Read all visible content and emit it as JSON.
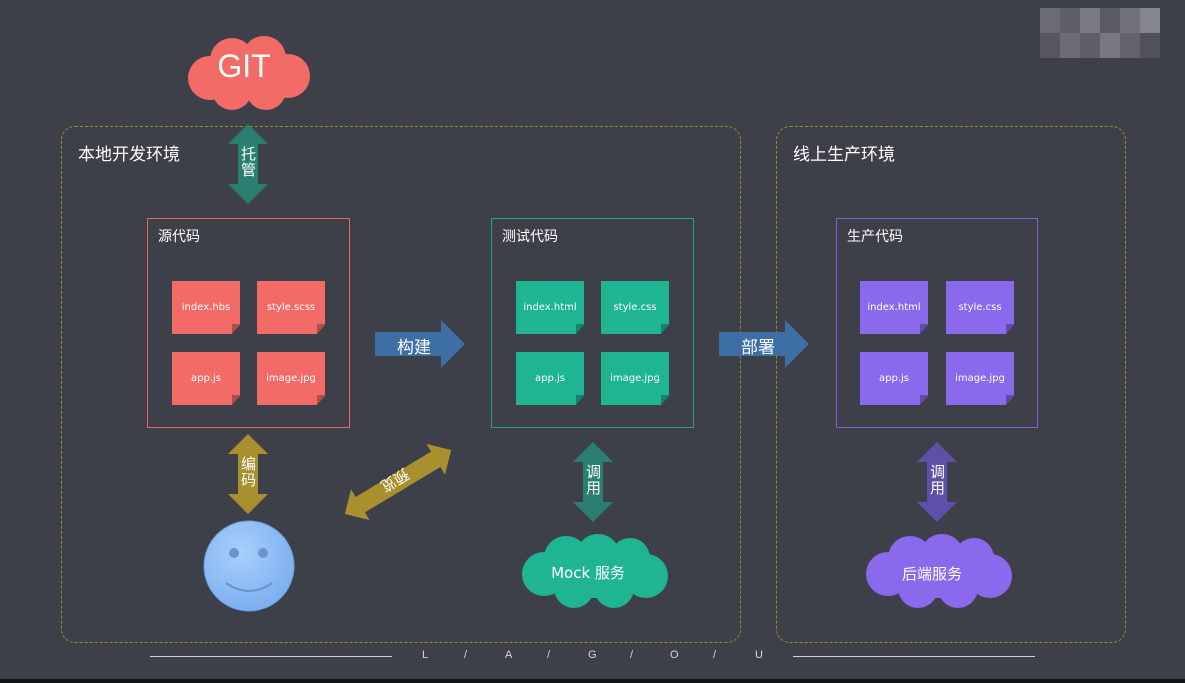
{
  "regions": {
    "local_dev": "本地开发环境",
    "online_prod": "线上生产环境"
  },
  "git_cloud": "GIT",
  "source_box": {
    "title": "源代码",
    "files": [
      "index.hbs",
      "style.scss",
      "app.js",
      "image.jpg"
    ]
  },
  "test_box": {
    "title": "测试代码",
    "files": [
      "index.html",
      "style.css",
      "app.js",
      "image.jpg"
    ]
  },
  "prod_box": {
    "title": "生产代码",
    "files": [
      "index.html",
      "style.css",
      "app.js",
      "image.jpg"
    ]
  },
  "arrows": {
    "host": "托管",
    "build": "构建",
    "deploy": "部署",
    "encode": "编码",
    "preview": "预览",
    "call_mock": "调用",
    "call_backend": "调用"
  },
  "mock_service": "Mock 服务",
  "backend_service": "后端服务",
  "footer_letters": [
    "L",
    "/",
    "A",
    "/",
    "G",
    "/",
    "O",
    "/",
    "U"
  ],
  "colors": {
    "background": "#3e4049",
    "region_border": "#a08a2c",
    "source_red": "#f26b67",
    "test_green": "#1fb592",
    "prod_purple": "#8a69ec",
    "arrow_blue": "#3d6fa5",
    "arrow_teal": "#2a7f70",
    "arrow_gold": "#a8902f",
    "arrow_violet": "#5e4fa8",
    "smiley_blue": "#8cbcf5"
  }
}
